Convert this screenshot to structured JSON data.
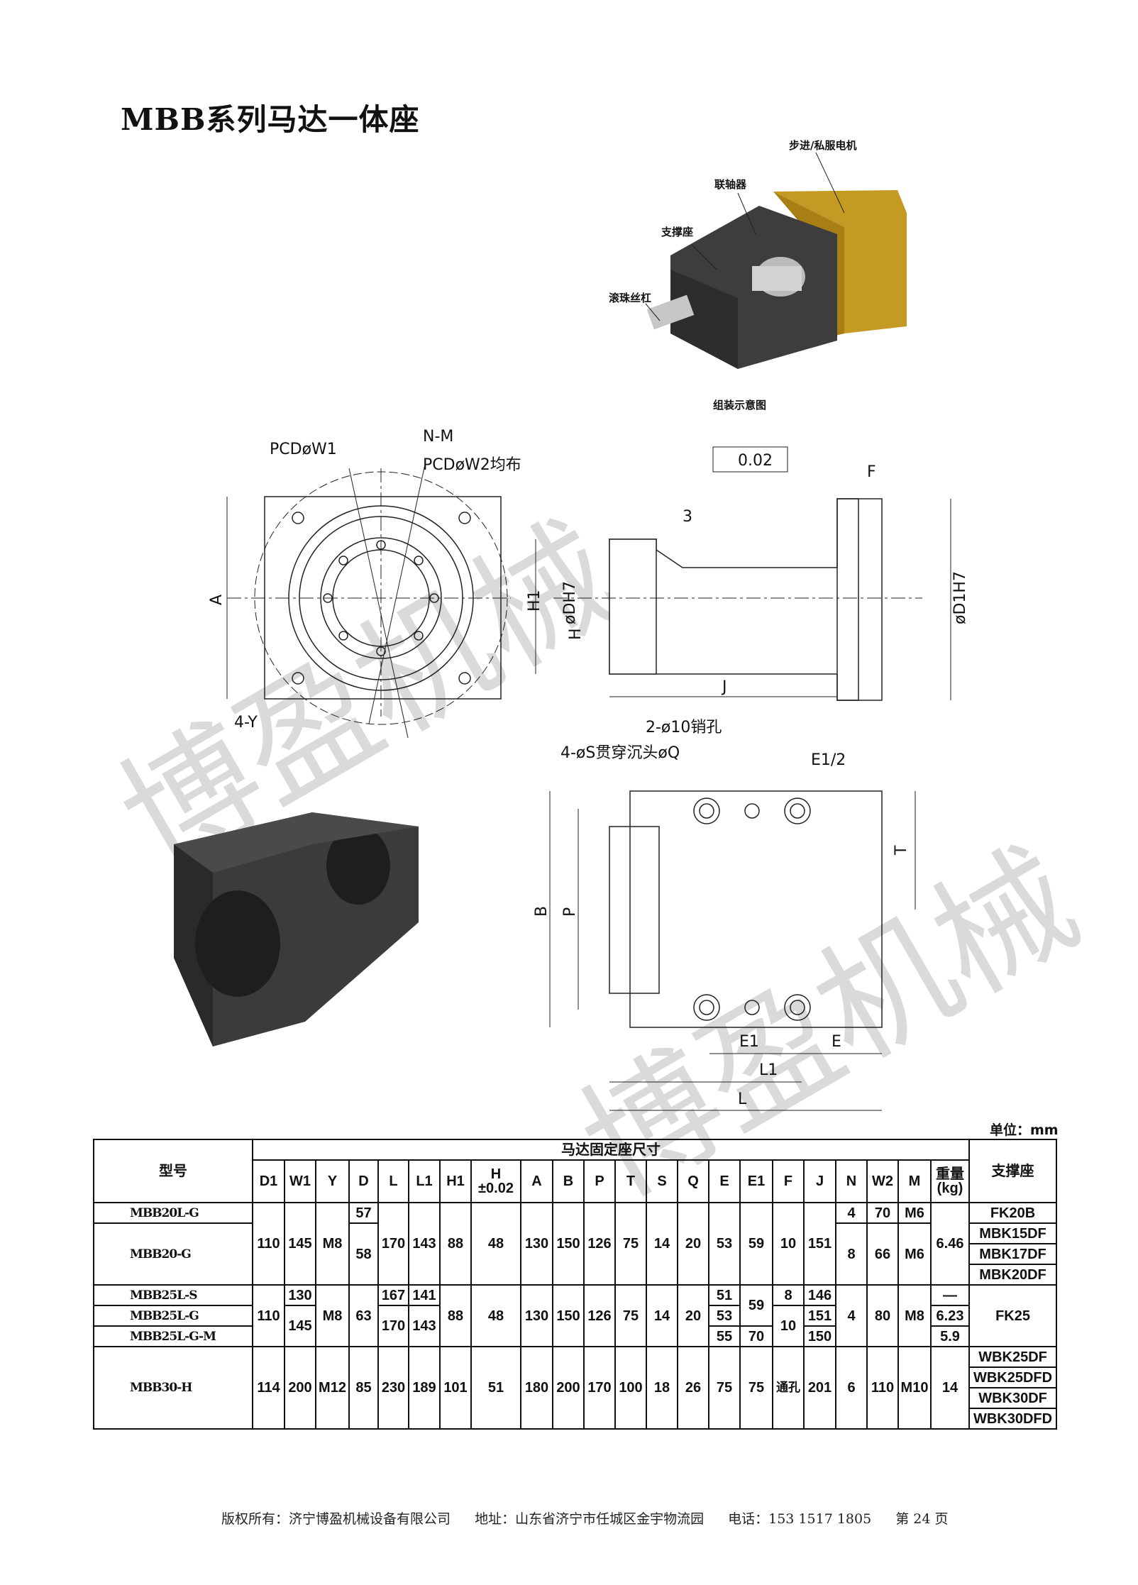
{
  "title": "MBB系列马达一体座",
  "assembly": {
    "labels": {
      "motor": "步进/私服电机",
      "coupling": "联轴器",
      "support": "支撑座",
      "ballscrew": "滚珠丝杠"
    },
    "caption": "组装示意图"
  },
  "drawing": {
    "front": {
      "pcd_w1": "PCDøW1",
      "nm": "N-M",
      "pcd_w2": "PCDøW2均布",
      "a": "A",
      "y": "4-Y"
    },
    "side": {
      "tol": "0.02",
      "f": "F",
      "three": "3",
      "dh7": "øDH7",
      "h1": "H1",
      "h": "H",
      "j": "J",
      "d1h7": "øD1H7"
    },
    "top": {
      "pin": "2-ø10销孔",
      "s_q": "4-øS贯穿沉头øQ",
      "e1_half": "E1/2",
      "t": "T",
      "b": "B",
      "p": "P",
      "e1": "E1",
      "e": "E",
      "l1": "L1",
      "l": "L"
    }
  },
  "watermark": [
    "博盈机械",
    "博盈机械"
  ],
  "unit": "单位：mm",
  "table": {
    "model_header": "型号",
    "group_header": "马达固定座尺寸",
    "support_header": "支撑座",
    "columns": [
      "D1",
      "W1",
      "Y",
      "D",
      "L",
      "L1",
      "H1",
      "H ±0.02",
      "A",
      "B",
      "P",
      "T",
      "S",
      "Q",
      "E",
      "E1",
      "F",
      "J",
      "N",
      "W2",
      "M",
      "重量 (kg)"
    ],
    "models": [
      "MBB20L-G",
      "MBB20-G",
      "MBB25L-S",
      "MBB25L-G",
      "MBB25L-G-M",
      "MBB30-H"
    ],
    "g1": {
      "D1": "110",
      "W1": "145",
      "Y": "M8",
      "D_a": "57",
      "D_b": "58",
      "L": "170",
      "L1": "143",
      "H1": "88",
      "H": "48",
      "A": "130",
      "B": "150",
      "P": "126",
      "T": "75",
      "S": "14",
      "Q": "20",
      "E": "53",
      "E1": "59",
      "F": "10",
      "J": "151",
      "N_a": "4",
      "W2_a": "70",
      "M_a": "M6",
      "N_b": "8",
      "W2_b": "66",
      "M_b": "M6",
      "kg": "6.46",
      "support": [
        "FK20B",
        "MBK15DF",
        "MBK17DF",
        "MBK20DF"
      ]
    },
    "g2": {
      "D1": "110",
      "W1_a": "130",
      "W1_b": "145",
      "Y": "M8",
      "D": "63",
      "L_a": "167",
      "L1_a": "141",
      "L_b": "170",
      "L1_b": "143",
      "H1": "88",
      "H": "48",
      "A": "130",
      "B": "150",
      "P": "126",
      "T": "75",
      "S": "14",
      "Q": "20",
      "E": [
        "51",
        "53",
        "55"
      ],
      "E1_a": "59",
      "E1_b": "70",
      "F_a": "8",
      "F_b": "10",
      "J": [
        "146",
        "151",
        "150"
      ],
      "N": "4",
      "W2": "80",
      "M": "M8",
      "kg": [
        "—",
        "6.23",
        "5.9"
      ],
      "support": "FK25"
    },
    "g3": {
      "D1": "114",
      "W1": "200",
      "Y": "M12",
      "D": "85",
      "L": "230",
      "L1": "189",
      "H1": "101",
      "H": "51",
      "A": "180",
      "B": "200",
      "P": "170",
      "T": "100",
      "S": "18",
      "Q": "26",
      "E": "75",
      "E1": "75",
      "F": "通孔",
      "J": "201",
      "N": "6",
      "W2": "110",
      "M": "M10",
      "kg": "14",
      "support": [
        "WBK25DF",
        "WBK25DFD",
        "WBK30DF",
        "WBK30DFD"
      ]
    }
  },
  "footer": {
    "copyright": "版权所有：济宁博盈机械设备有限公司",
    "address": "地址：山东省济宁市任城区金宇物流园",
    "phone": "电话：153 1517 1805",
    "page": "第 24 页"
  }
}
